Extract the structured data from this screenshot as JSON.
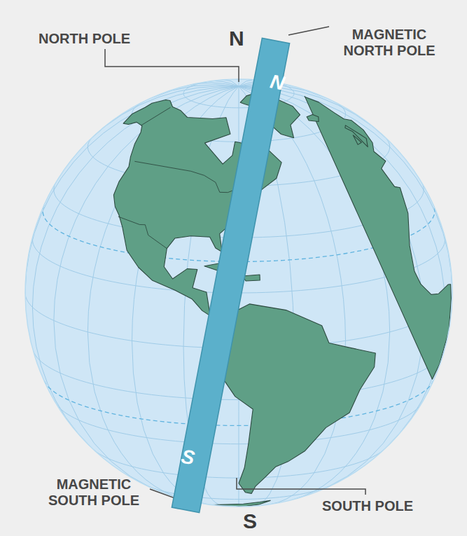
{
  "diagram": {
    "labels": [
      "NORTH POLE",
      "N",
      "MAGNETIC NORTH POLE",
      "N",
      "S",
      "MAGNETIC SOUTH POLE",
      "S",
      "SOUTH POLE"
    ]
  }
}
